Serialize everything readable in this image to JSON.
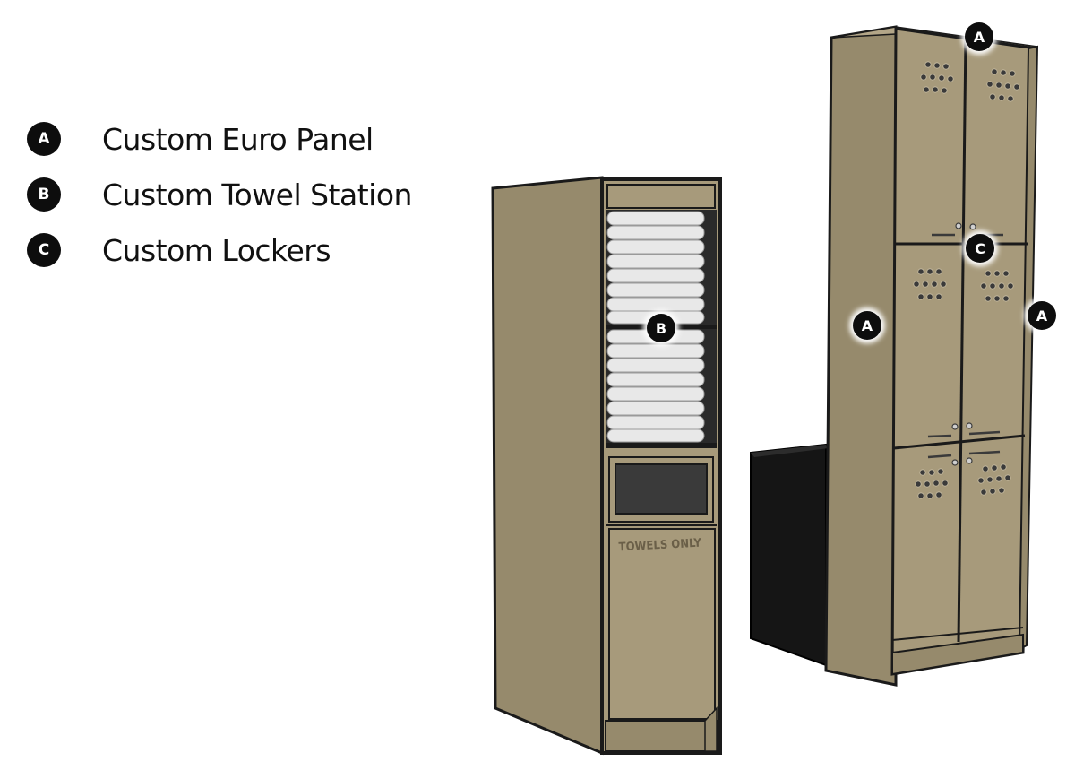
{
  "legend": [
    {
      "letter": "A",
      "label": "Custom Euro Panel"
    },
    {
      "letter": "B",
      "label": "Custom Towel Station"
    },
    {
      "letter": "C",
      "label": "Custom Lockers"
    }
  ],
  "callouts": {
    "top": "A",
    "towel_station": "B",
    "lockers": "C",
    "left_panel": "A",
    "right_panel": "A"
  },
  "towel_station": {
    "sign_text": "TOWELS ONLY"
  },
  "colors": {
    "panel_front": "#a79a7b",
    "panel_side": "#968a6c",
    "outline": "#1a1a1a",
    "badge": "#0d0d0d",
    "towel": "#e8e8e8",
    "window": "#3a3a3a",
    "hamper": "#151515"
  }
}
